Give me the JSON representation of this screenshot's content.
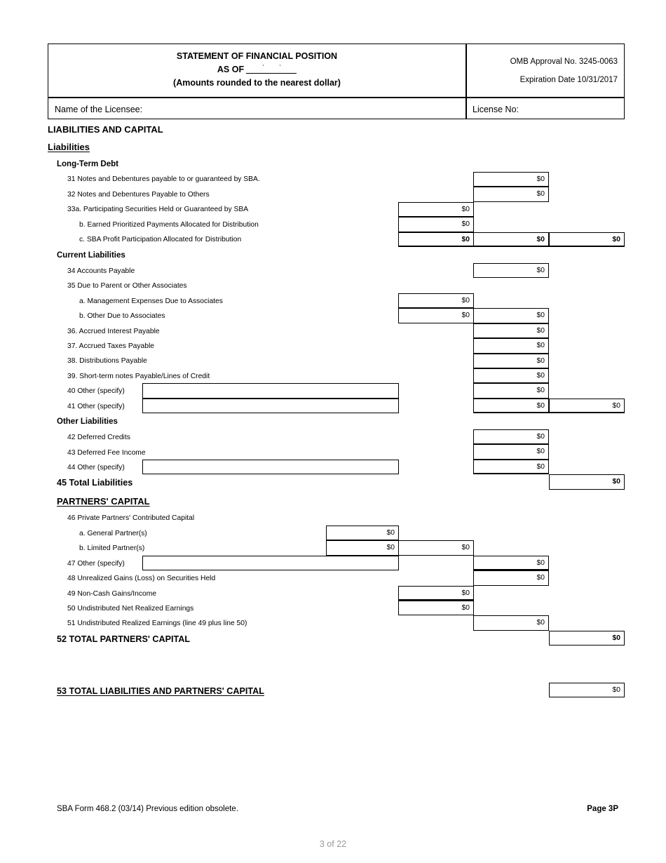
{
  "header": {
    "title_line1": "STATEMENT OF FINANCIAL POSITION",
    "title_line2_prefix": "AS OF",
    "title_line2_blank": "",
    "title_line3": "(Amounts rounded to the nearest dollar)",
    "omb": "OMB Approval No. 3245-0063",
    "expiration": "Expiration Date 10/31/2017",
    "licensee_label": "Name of the Licensee:",
    "licensee_value": "",
    "license_no_label": "License No:",
    "license_no_value": ""
  },
  "sections": {
    "liabilities_and_capital": "LIABILITIES AND CAPITAL",
    "liabilities": "Liabilities",
    "long_term_debt": "Long-Term Debt",
    "current_liabilities": "Current Liabilities",
    "other_liabilities": "Other Liabilities",
    "partners_capital": "PARTNERS' CAPITAL"
  },
  "rows": {
    "r31": {
      "label": "31 Notes and Debentures payable to or guaranteed by SBA.",
      "c2": "$0"
    },
    "r32": {
      "label": "32 Notes and Debentures Payable to Others",
      "c2": "$0"
    },
    "r33a": {
      "label": "33a. Participating Securities Held or Guaranteed by SBA",
      "c1": "$0"
    },
    "r33b": {
      "label": "b. Earned Prioritized Payments Allocated for Distribution",
      "c1": "$0"
    },
    "r33c": {
      "label": "c. SBA Profit Participation Allocated for Distribution",
      "c1": "$0",
      "c2": "$0",
      "c3": "$0"
    },
    "r34": {
      "label": "34 Accounts Payable",
      "c2": "$0"
    },
    "r35": {
      "label": "35 Due to Parent or Other Associates"
    },
    "r35a": {
      "label": "a. Management Expenses Due to Associates",
      "c1": "$0"
    },
    "r35b": {
      "label": "b. Other Due to Associates",
      "c1": "$0",
      "c2": "$0"
    },
    "r36": {
      "label": "36. Accrued Interest Payable",
      "c2": "$0"
    },
    "r37": {
      "label": "37. Accrued Taxes Payable",
      "c2": "$0"
    },
    "r38": {
      "label": "38. Distributions Payable",
      "c2": "$0"
    },
    "r39": {
      "label": "39. Short-term notes Payable/Lines of Credit",
      "c2": "$0"
    },
    "r40": {
      "label": "40 Other (specify)",
      "specify": "",
      "c2": "$0"
    },
    "r41": {
      "label": "41 Other (specify)",
      "specify": "",
      "c2": "$0",
      "c3": "$0"
    },
    "r42": {
      "label": "42 Deferred Credits",
      "c2": "$0"
    },
    "r43": {
      "label": "43 Deferred Fee Income",
      "c2": "$0"
    },
    "r44": {
      "label": "44 Other (specify)",
      "specify": "",
      "c2": "$0"
    },
    "r45": {
      "label": "45 Total Liabilities",
      "c3": "$0"
    },
    "r46": {
      "label": "46 Private Partners' Contributed Capital"
    },
    "r46a": {
      "label": "a. General Partner(s)",
      "c0": "$0"
    },
    "r46b": {
      "label": "b. Limited Partner(s)",
      "c0": "$0",
      "c1": "$0"
    },
    "r47": {
      "label": "47 Other (specify)",
      "specify": "",
      "c2": "$0"
    },
    "r48": {
      "label": "48 Unrealized Gains (Loss) on Securities Held",
      "c2": "$0"
    },
    "r49": {
      "label": "49 Non-Cash Gains/Income",
      "c1": "$0"
    },
    "r50": {
      "label": "50 Undistributed Net Realized Earnings",
      "c1": "$0"
    },
    "r51": {
      "label": "51 Undistributed Realized Earnings (line 49 plus line 50)",
      "c2": "$0"
    },
    "r52": {
      "label": "52 TOTAL PARTNERS' CAPITAL",
      "c3": "$0"
    },
    "r53": {
      "label": "53 TOTAL LIABILITIES AND PARTNERS' CAPITAL",
      "c3": "$0"
    }
  },
  "footer": {
    "form_id": "SBA Form 468.2 (03/14) Previous edition obsolete.",
    "page_label": "Page 3P",
    "pager": "3 of 22"
  }
}
